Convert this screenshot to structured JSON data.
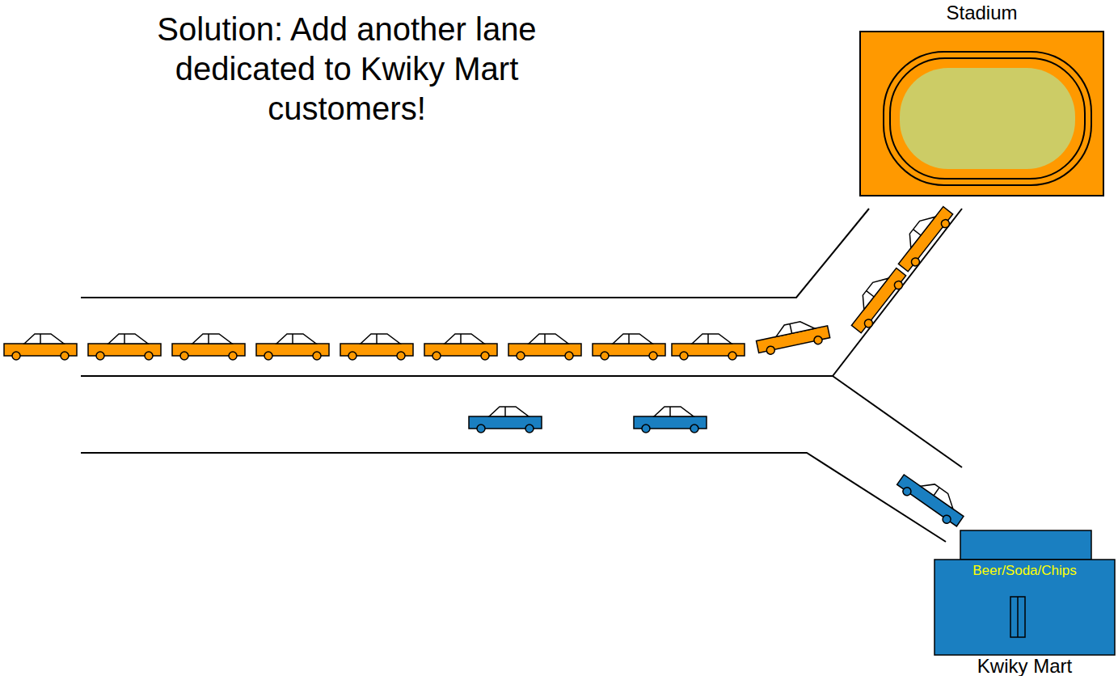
{
  "diagram": {
    "title": "Solution: Add another lane dedicated to Kwiky Mart customers!",
    "nodes": [
      {
        "text": [
          "Stadium"
        ]
      },
      {
        "text": [
          "Beer/Soda/Chips",
          "Kwiky Mart"
        ]
      }
    ]
  }
}
